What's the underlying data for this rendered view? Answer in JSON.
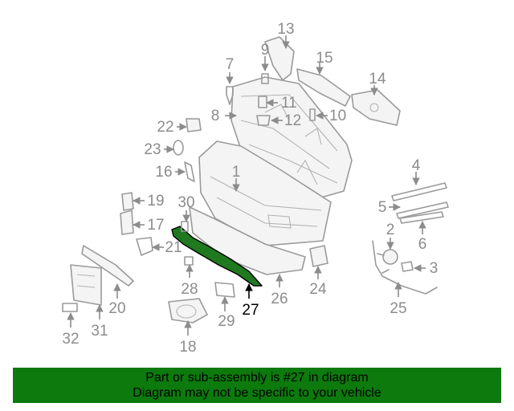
{
  "diagram": {
    "callouts": [
      "1",
      "2",
      "3",
      "4",
      "5",
      "6",
      "7",
      "8",
      "9",
      "10",
      "11",
      "12",
      "13",
      "14",
      "15",
      "16",
      "17",
      "18",
      "19",
      "20",
      "21",
      "22",
      "23",
      "24",
      "25",
      "26",
      "27",
      "28",
      "29",
      "30",
      "31",
      "32"
    ],
    "highlighted_part": "27",
    "highlight_color": "#1f7a1f"
  },
  "banner": {
    "line1": "Part or sub-assembly is #27 in diagram",
    "line2": "Diagram may not be specific to your vehicle",
    "background_color": "#0d7a0d"
  }
}
